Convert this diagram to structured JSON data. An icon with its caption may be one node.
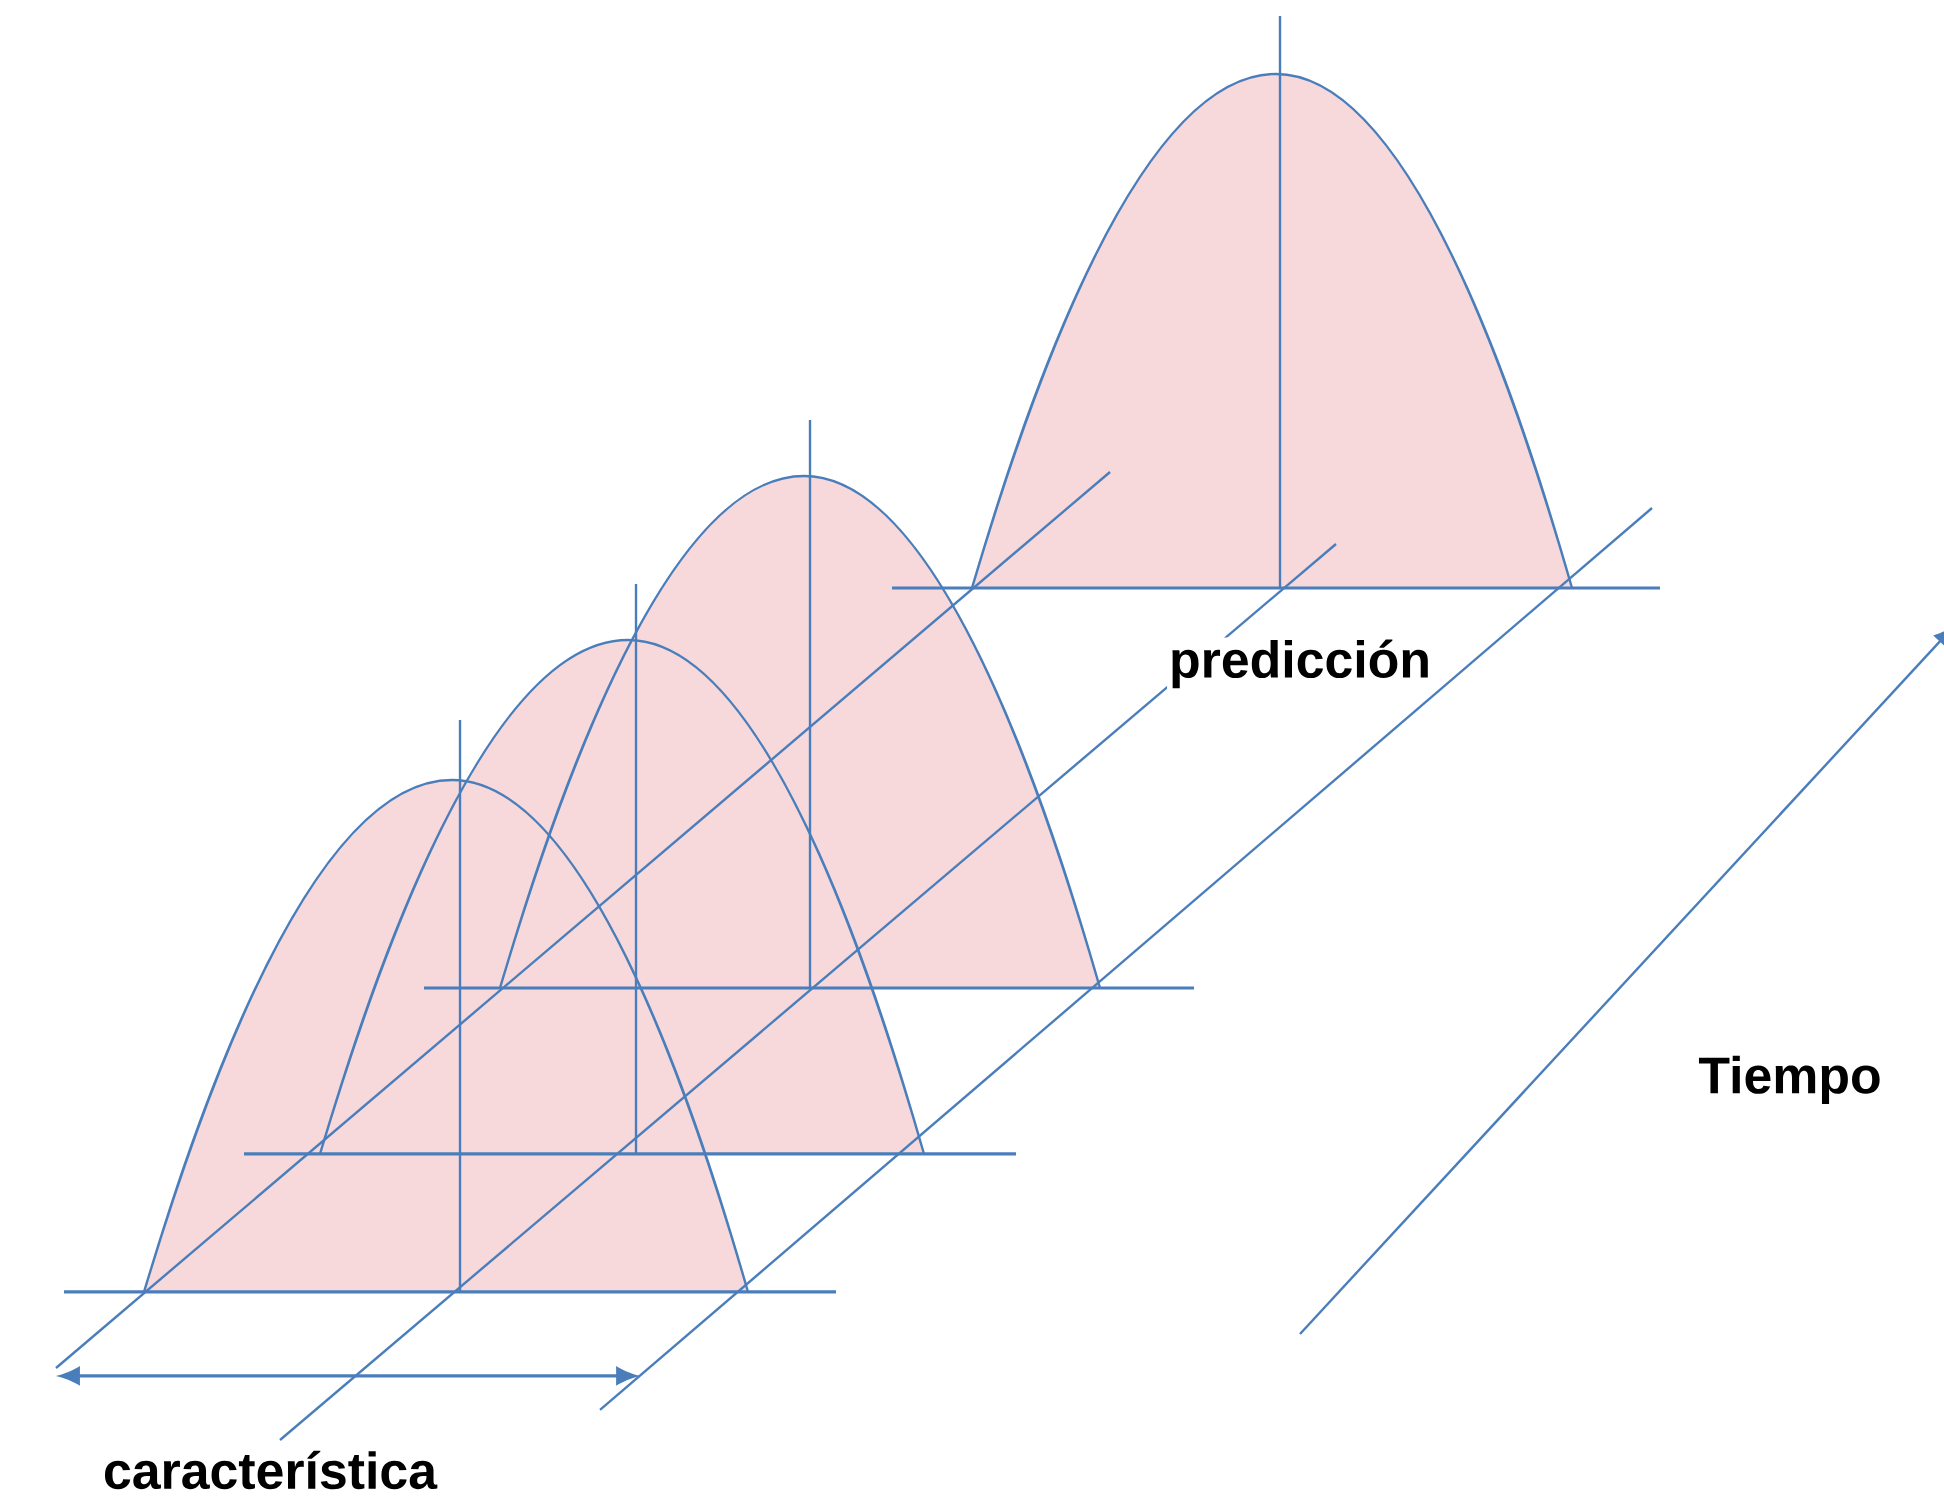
{
  "diagram": {
    "labels": [
      "predicción",
      "Tiempo",
      "característica"
    ]
  }
}
